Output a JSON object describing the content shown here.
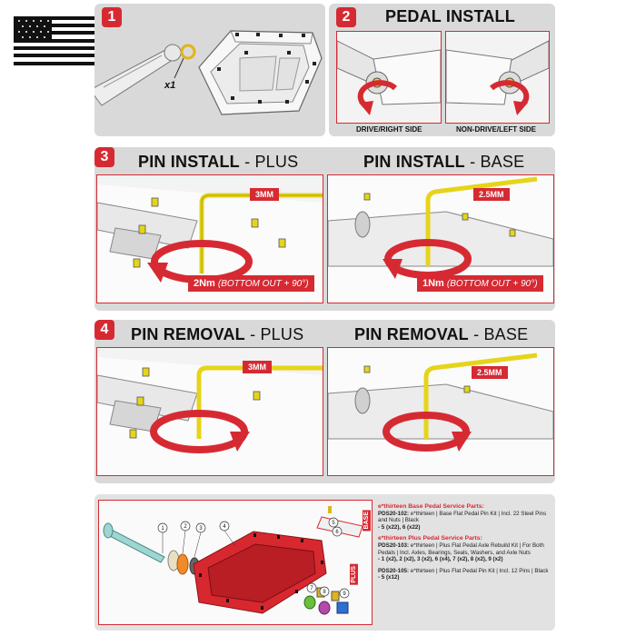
{
  "step1": {
    "number": "1",
    "qty": "x1"
  },
  "step2": {
    "number": "2",
    "title": "PEDAL INSTALL",
    "left_caption": "DRIVE/RIGHT SIDE",
    "right_caption": "NON-DRIVE/LEFT SIDE"
  },
  "step3": {
    "number": "3",
    "left_title_bold": "PIN INSTALL",
    "left_title_rest": " - PLUS",
    "right_title_bold": "PIN INSTALL",
    "right_title_rest": " - BASE",
    "left_tool": "3MM",
    "right_tool": "2.5MM",
    "left_torque": "2Nm",
    "left_torque_note": "(BOTTOM OUT + 90°)",
    "right_torque": "1Nm",
    "right_torque_note": "(BOTTOM OUT + 90°)"
  },
  "step4": {
    "number": "4",
    "left_title_bold": "PIN REMOVAL",
    "left_title_rest": " - PLUS",
    "right_title_bold": "PIN REMOVAL",
    "right_title_rest": " - BASE",
    "left_tool": "3MM",
    "right_tool": "2.5MM"
  },
  "diagram": {
    "callouts": [
      "1",
      "2",
      "3",
      "4",
      "5",
      "6",
      "7",
      "8",
      "9"
    ],
    "base_label": "BASE",
    "plus_label": "PLUS"
  },
  "service_parts": {
    "base_heading": "e*thirteen Base Pedal Service Parts:",
    "base_code": "PDS20-102:",
    "base_desc": " e*thirteen | Base Flat Pedal Pin Kit | Incl. 22 Steel Pins and Nuts | Black",
    "base_qty": "- 5 (x22), 6 (x22)",
    "plus_heading": "e*thirteen Plus Pedal Service Parts:",
    "plus_code": "PDS20-103:",
    "plus_desc": " e*thirteen | Plus Flat Pedal Axle Rebuild Kit | For Both Pedals | Incl. Axles, Bearings, Seals, Washers, and Axle Nuts",
    "plus_qty": "- 1 (x2), 2 (x2), 3 (x2), 6 (x4), 7 (x2), 8 (x2), 9 (x2)",
    "plus2_code": "PDS20-105:",
    "plus2_desc": " e*thirteen | Plus Flat Pedal Pin Kit | Incl. 12 Pins | Black",
    "plus2_qty": "- 5 (x12)"
  },
  "colors": {
    "accent": "#d62a33",
    "panel": "#d9d9d9",
    "pin": "#e6d41a",
    "pedal_red": "#d8282f"
  }
}
